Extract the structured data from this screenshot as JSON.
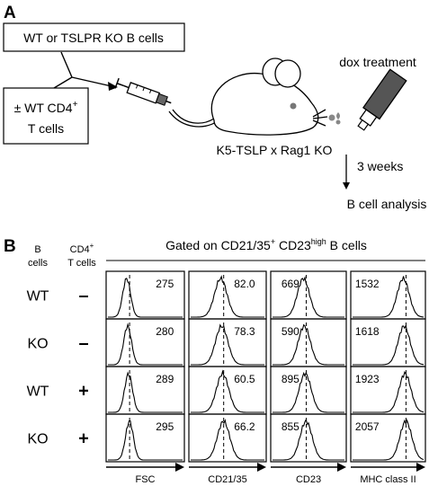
{
  "panel_a": {
    "label": "A",
    "box_b_cells": "WT or TSLPR KO B cells",
    "box_t_line1": "± WT CD4",
    "box_t_sup": "+",
    "box_t_line2": "T cells",
    "dox_label": "dox treatment",
    "mouse_label": "K5-TSLP x Rag1 KO",
    "time_label": "3 weeks",
    "analysis_label": "B cell analysis"
  },
  "panel_b": {
    "label": "B",
    "gate_pre": "Gated on CD21/35",
    "gate_sup1": "+",
    "gate_mid": " CD23",
    "gate_sup2": "high",
    "gate_post": " B cells",
    "col_b_line1": "B",
    "col_b_line2": "cells",
    "col_t_line1": "CD4",
    "col_t_sup": "+",
    "col_t_line2": "T cells",
    "rows": [
      {
        "b_cells": "WT",
        "t_cells": "–"
      },
      {
        "b_cells": "KO",
        "t_cells": "–"
      },
      {
        "b_cells": "WT",
        "t_cells": "+"
      },
      {
        "b_cells": "KO",
        "t_cells": "+"
      }
    ],
    "markers": [
      "FSC",
      "CD21/35",
      "CD23",
      "MHC class II"
    ],
    "values": [
      [
        "275",
        "82.0",
        "669",
        "1532"
      ],
      [
        "280",
        "78.3",
        "590",
        "1618"
      ],
      [
        "289",
        "60.5",
        "895",
        "1923"
      ],
      [
        "295",
        "66.2",
        "855",
        "2057"
      ]
    ]
  }
}
